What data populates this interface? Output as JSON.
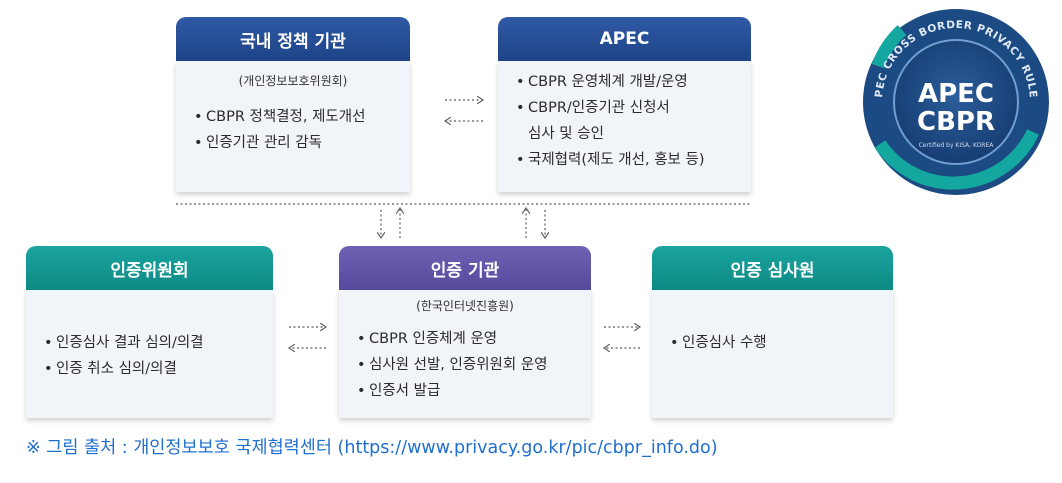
{
  "boxes": {
    "domestic": {
      "title": "국내 정책 기관",
      "subtitle": "(개인정보보호위원회)",
      "items": [
        "CBPR 정책결정, 제도개선",
        "인증기관 관리 감독"
      ]
    },
    "apec": {
      "title": "APEC",
      "items": [
        "CBPR 운영체계 개발/운영",
        "CBPR/인증기관 신청서",
        "국제협력(제도 개선, 홍보 등)"
      ],
      "item2_cont": "심사 및 승인"
    },
    "committee": {
      "title": "인증위원회",
      "items": [
        "인증심사 결과 심의/의결",
        "인증 취소 심의/의결"
      ]
    },
    "agency": {
      "title": "인증 기관",
      "subtitle": "(한국인터넷진흥원)",
      "items": [
        "CBPR 인증체계 운영",
        "심사원 선발, 인증위원회 운영",
        "인증서 발급"
      ]
    },
    "auditor": {
      "title": "인증 심사원",
      "items": [
        "인증심사 수행"
      ]
    }
  },
  "logo": {
    "ring_text": "APEC CROSS BORDER PRIVACY RULES",
    "line1": "APEC",
    "line2": "CBPR",
    "certified": "Certified by KISA, KOREA"
  },
  "caption": "※ 그림 출처 : 개인정보보호 국제협력센터 (https://www.privacy.go.kr/pic/cbpr_info.do)",
  "colors": {
    "navy": "#1e4387",
    "teal": "#0e8a85",
    "purple": "#564a9d",
    "box_bg": "#f1f4f8",
    "caption": "#1f6fd1"
  }
}
